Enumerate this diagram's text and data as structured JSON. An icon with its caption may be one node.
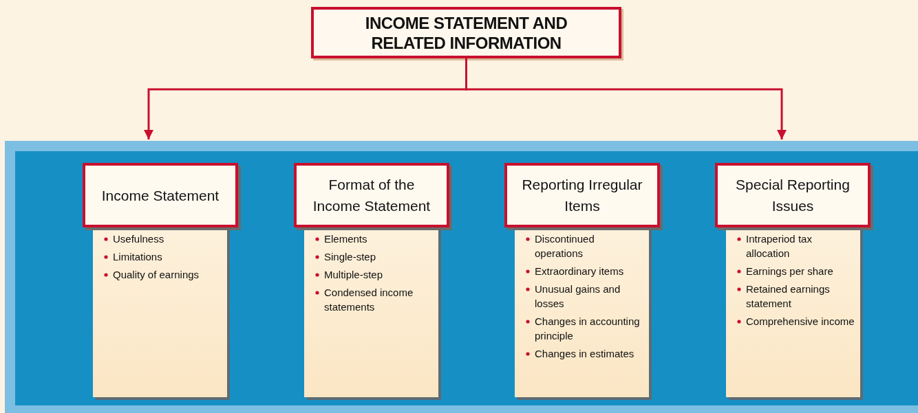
{
  "diagram": {
    "nodes": [
      {
        "text": [
          "INCOME STATEMENT AND RELATED INFORMATION"
        ]
      },
      {
        "text": [],
        "shape": "box"
      },
      {
        "text": [
          "Income Statement"
        ],
        "in": 1
      },
      {
        "text": [
          "Usefulness",
          "Limitations",
          "Quality of earnings"
        ],
        "in": 1
      },
      {
        "text": [
          "Format of the Income Statement"
        ],
        "in": 1
      },
      {
        "text": [
          "Elements",
          "Single-step",
          "Multiple-step",
          "Condensed income statements"
        ],
        "in": 1
      },
      {
        "text": [
          "Reporting Irregular Items"
        ],
        "in": 1
      },
      {
        "text": [
          "Discontinued operations",
          "Extraordinary items",
          "Unusual gains and losses",
          "Changes in accounting principle",
          "Changes in estimates"
        ],
        "in": 1
      },
      {
        "text": [
          "Special Reporting Issues"
        ],
        "in": 1
      },
      {
        "text": [
          "Intraperiod tax allocation",
          "Earnings per share",
          "Retained earnings statement",
          "Comprehensive income"
        ],
        "in": 1
      }
    ],
    "edges": [
      {
        "from": 0,
        "to": 1,
        "arrow": "to"
      },
      {
        "from": 0,
        "to": 1,
        "arrow": "to"
      }
    ]
  }
}
